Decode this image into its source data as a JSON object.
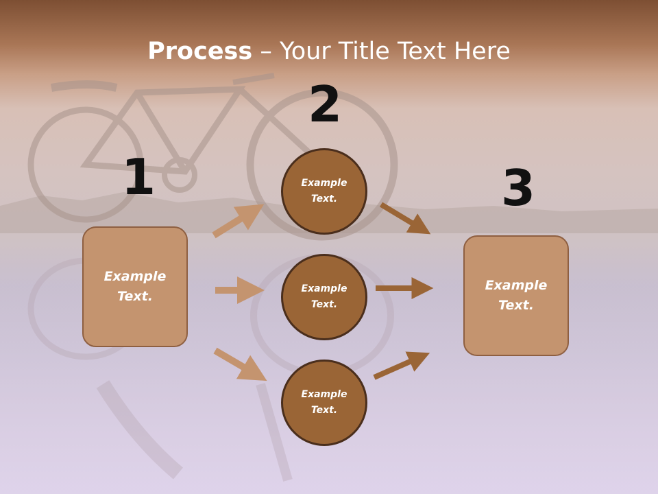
{
  "title": {
    "bold": "Process",
    "rest": " – Your Title Text Here"
  },
  "steps": {
    "one": {
      "number": "1",
      "text": "Example\nText."
    },
    "two": {
      "number": "2"
    },
    "three": {
      "number": "3",
      "text": "Example\nText."
    }
  },
  "circles": [
    {
      "text": "Example\nText."
    },
    {
      "text": "Example\nText."
    },
    {
      "text": "Example\nText."
    }
  ],
  "colors": {
    "box": "#c4946f",
    "circle": "#9a6536",
    "arrow_light": "#c4946f",
    "arrow_dark": "#9a6536"
  }
}
